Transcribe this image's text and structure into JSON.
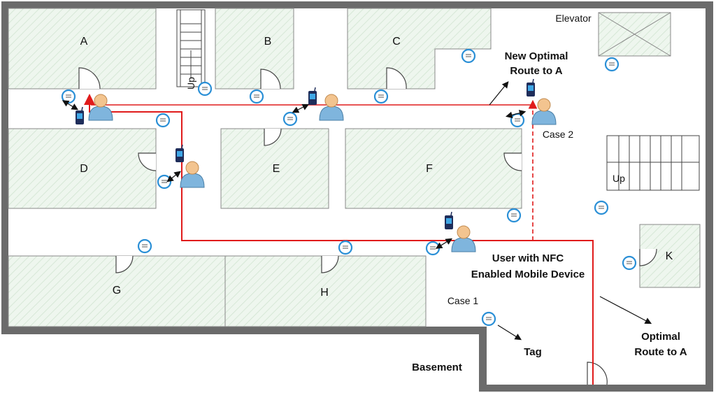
{
  "rooms": {
    "a": "A",
    "b": "B",
    "c": "C",
    "d": "D",
    "e": "E",
    "f": "F",
    "g": "G",
    "h": "H",
    "k": "K"
  },
  "labels": {
    "elevator": "Elevator",
    "case1": "Case 1",
    "case2": "Case 2",
    "basement": "Basement",
    "tag": "Tag",
    "up": "Up"
  },
  "callouts": {
    "new_route_line1": "New Optimal",
    "new_route_line2": "Route to A",
    "user_line1": "User with NFC",
    "user_line2": "Enabled Mobile Device",
    "optimal_line1": "Optimal",
    "optimal_line2": "Route to A"
  },
  "colors": {
    "wall": "#6b6b6b",
    "room_fill": "#eef6ee",
    "room_stroke": "#888888",
    "route": "#e01b1b",
    "tag_ring": "#2a8fd6",
    "person_body": "#7fb5dd",
    "person_head": "#f3c48f"
  }
}
